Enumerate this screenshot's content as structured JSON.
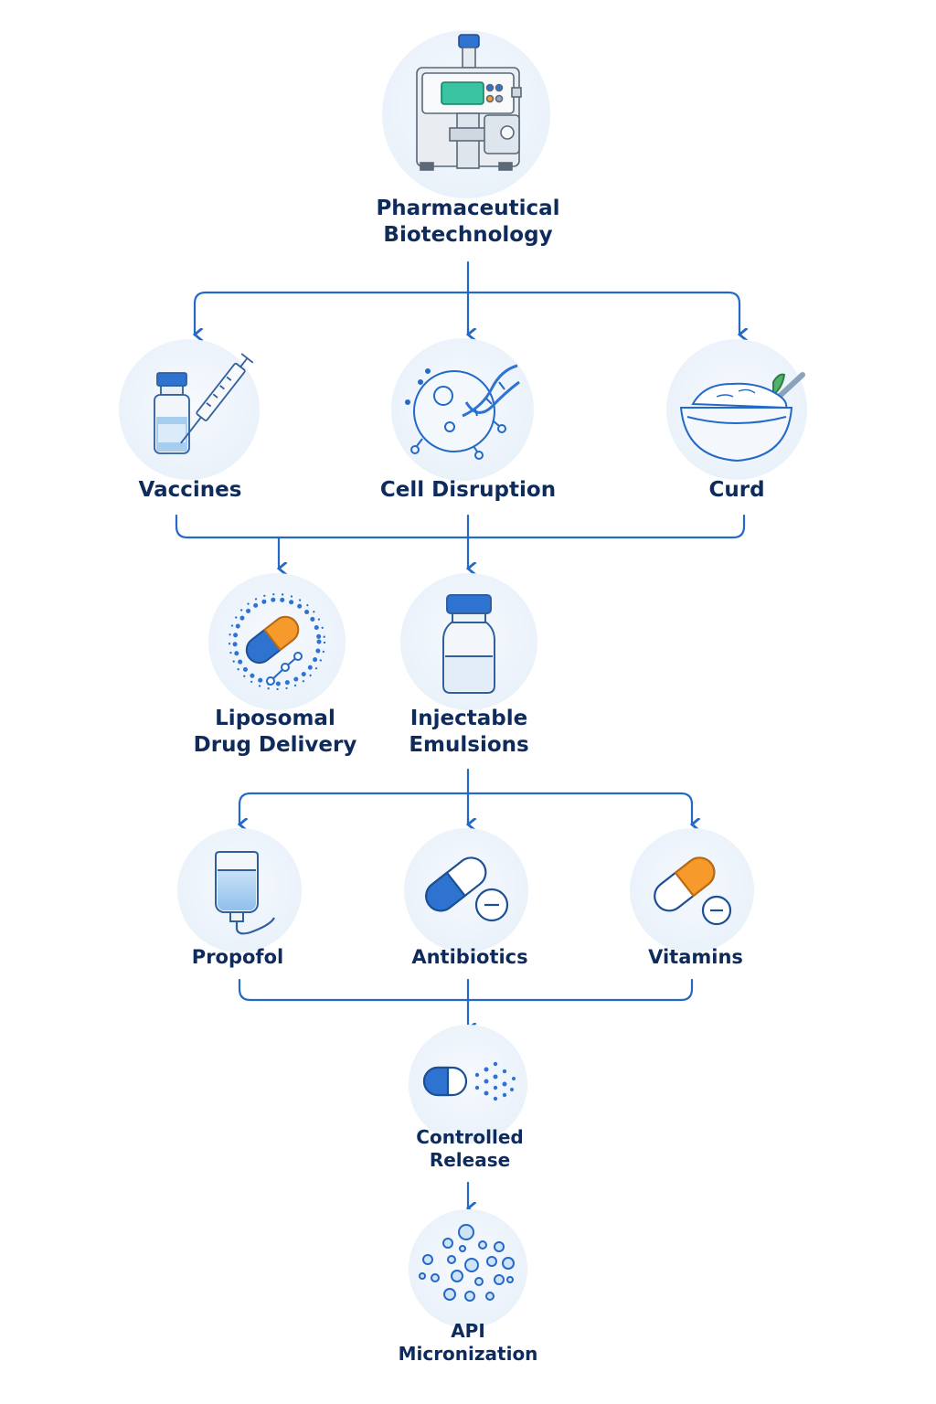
{
  "diagram": {
    "colors": {
      "line": "#2469c7",
      "label": "#0f2b5c",
      "circle_bg": "#eef4fb",
      "blue": "#2f73d1",
      "light_blue": "#bcd9f4",
      "orange": "#f59a2b",
      "grey": "#b9c3cf"
    },
    "nodes": {
      "pharma": {
        "line1": "Pharmaceutical",
        "line2": "Biotechnology",
        "icon": "homogenizer-machine-icon"
      },
      "vaccines": {
        "line1": "Vaccines",
        "icon": "vial-and-syringe-icon"
      },
      "cell": {
        "line1": "Cell Disruption",
        "icon": "cell-dna-icon"
      },
      "curd": {
        "line1": "Curd",
        "icon": "curd-bowl-icon"
      },
      "liposomal": {
        "line1": "Liposomal",
        "line2": "Drug Delivery",
        "icon": "liposome-capsule-icon"
      },
      "injectable": {
        "line1": "Injectable",
        "line2": "Emulsions",
        "icon": "emulsion-bottle-icon"
      },
      "propofol": {
        "line1": "Propofol",
        "icon": "iv-bag-icon"
      },
      "antibiotics": {
        "line1": "Antibiotics",
        "icon": "capsule-tablet-icon"
      },
      "vitamins": {
        "line1": "Vitamins",
        "icon": "vitamin-capsule-icon"
      },
      "controlled": {
        "line1": "Controlled",
        "line2": "Release",
        "icon": "release-capsule-icon"
      },
      "api": {
        "line1": "API",
        "line2": "Micronization",
        "icon": "particles-icon"
      }
    }
  }
}
